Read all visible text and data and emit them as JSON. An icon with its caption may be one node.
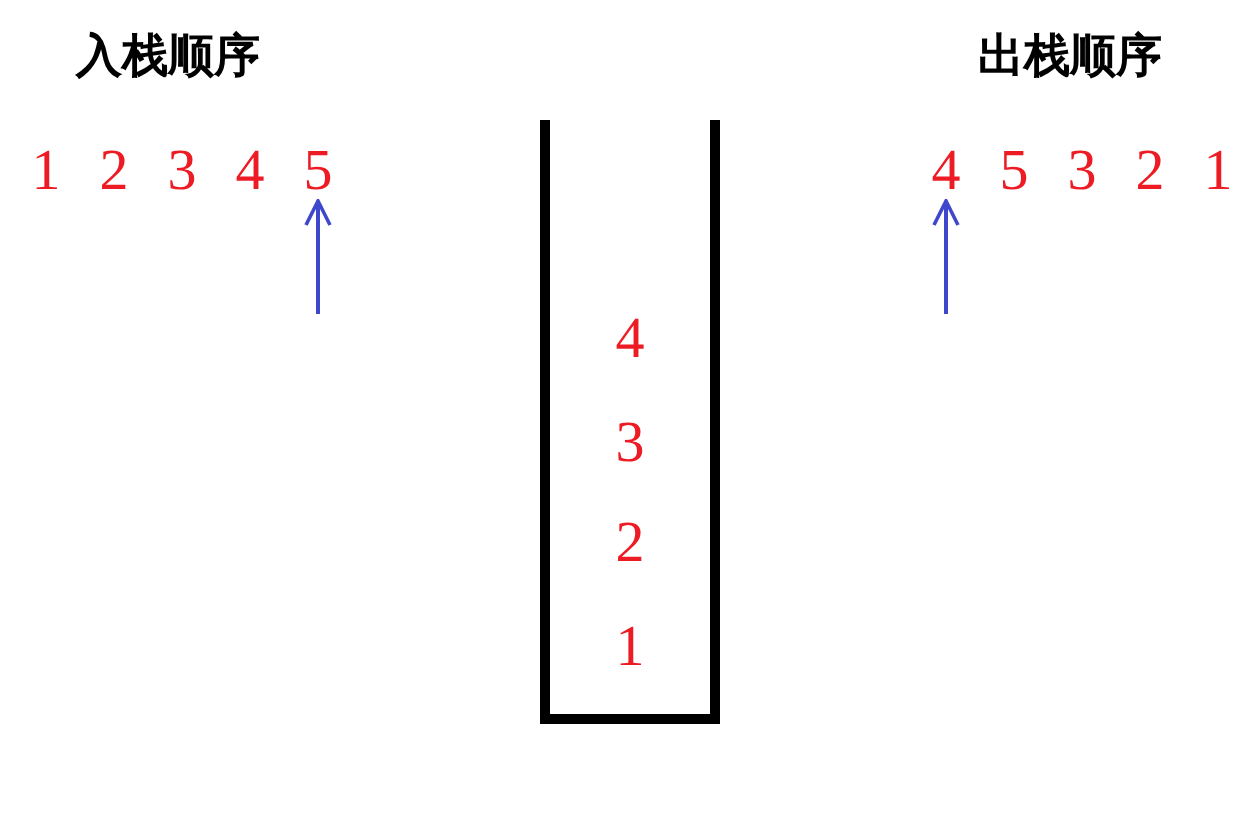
{
  "diagram": {
    "nodes": [
      {
        "text": [
          "5"
        ]
      },
      {
        "text": [
          "4"
        ]
      },
      {
        "text": [
          "4",
          "3",
          "2",
          "1"
        ]
      }
    ],
    "edges": [
      {
        "from": null,
        "to": 0,
        "arrow": "to"
      },
      {
        "from": null,
        "to": 1,
        "arrow": "to"
      }
    ],
    "labels": [
      "入栈顺序",
      "出栈顺序",
      "1",
      "2",
      "3",
      "4",
      "5",
      "3",
      "2",
      "1"
    ]
  }
}
